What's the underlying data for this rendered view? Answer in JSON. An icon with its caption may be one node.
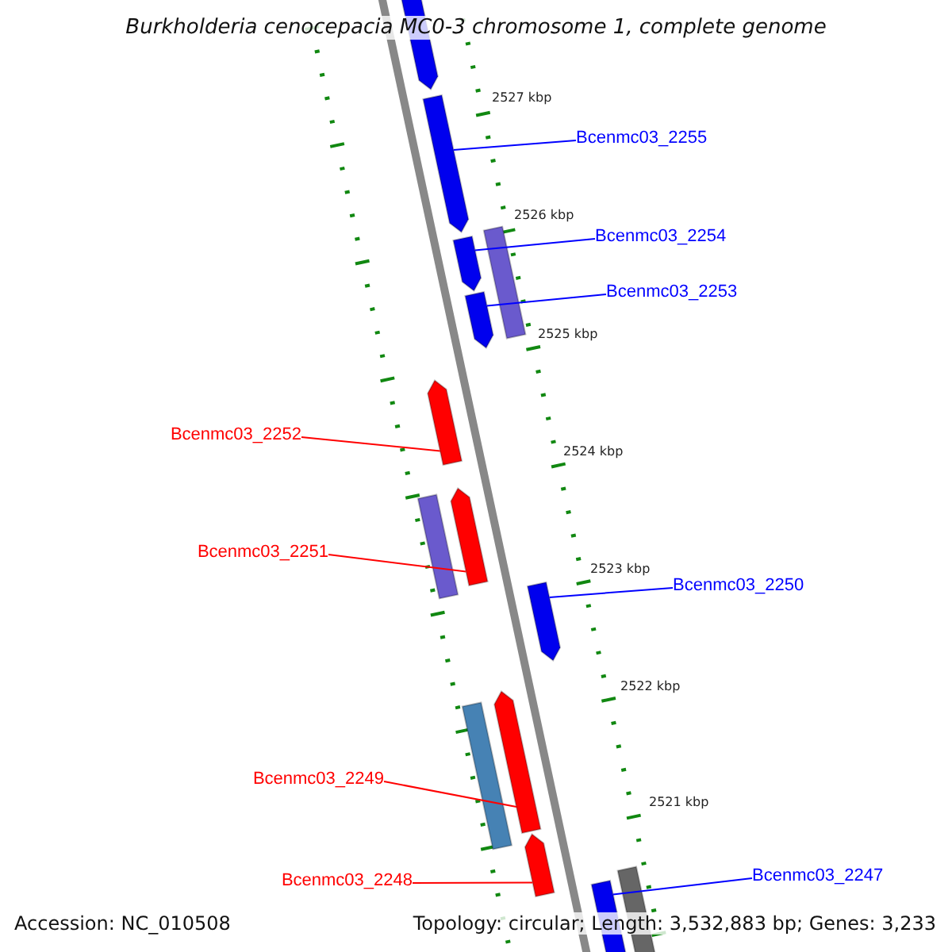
{
  "diagram": {
    "title": "Burkholderia cenocepacia MC0-3 chromosome 1, complete genome",
    "nodes": [
      {
        "text": [],
        "shape": "pentagon"
      },
      {
        "text": [],
        "shape": "pentagon"
      },
      {
        "text": [
          "Bcenmc03_2255"
        ]
      },
      {
        "text": [],
        "shape": "bar"
      },
      {
        "text": [],
        "shape": "pentagon"
      },
      {
        "text": [
          "Bcenmc03_2254"
        ]
      },
      {
        "text": [],
        "shape": "pentagon"
      },
      {
        "text": [
          "Bcenmc03_2253"
        ]
      },
      {
        "text": [],
        "shape": "pentagon"
      },
      {
        "text": [
          "Bcenmc03_2252"
        ]
      },
      {
        "text": [],
        "shape": "bar"
      },
      {
        "text": [],
        "shape": "pentagon"
      },
      {
        "text": [
          "Bcenmc03_2251"
        ]
      },
      {
        "text": [],
        "shape": "pentagon"
      },
      {
        "text": [
          "Bcenmc03_2250"
        ]
      },
      {
        "text": [],
        "shape": "bar"
      },
      {
        "text": [],
        "shape": "pentagon"
      },
      {
        "text": [
          "Bcenmc03_2249"
        ]
      },
      {
        "text": [],
        "shape": "pentagon"
      },
      {
        "text": [
          "Bcenmc03_2248"
        ]
      },
      {
        "text": [],
        "shape": "bar"
      },
      {
        "text": [],
        "shape": "pentagon"
      },
      {
        "text": [
          "Bcenmc03_2247"
        ]
      }
    ],
    "edges": [
      {
        "from": 2,
        "to": 1,
        "arrow": "none"
      },
      {
        "from": 5,
        "to": 4,
        "arrow": "none"
      },
      {
        "from": 7,
        "to": 6,
        "arrow": "none"
      },
      {
        "from": 9,
        "to": 8,
        "arrow": "none",
        "color": "#ff0000"
      },
      {
        "from": 12,
        "to": 11,
        "arrow": "none",
        "color": "#ff0000"
      },
      {
        "from": 14,
        "to": 13,
        "arrow": "none"
      },
      {
        "from": 17,
        "to": 16,
        "arrow": "none",
        "color": "#ff0000"
      },
      {
        "from": 19,
        "to": 18,
        "arrow": "none",
        "color": "#ff0000"
      },
      {
        "from": 22,
        "to": 21,
        "arrow": "none"
      }
    ],
    "labels": [
      "2527 kbp",
      "2526 kbp",
      "2525 kbp",
      "2524 kbp",
      "2523 kbp",
      "2522 kbp",
      "2521 kbp",
      "Accession: NC_010508",
      "Topology: circular; Length: 3,532,883 bp; Genes: 3,233"
    ]
  }
}
